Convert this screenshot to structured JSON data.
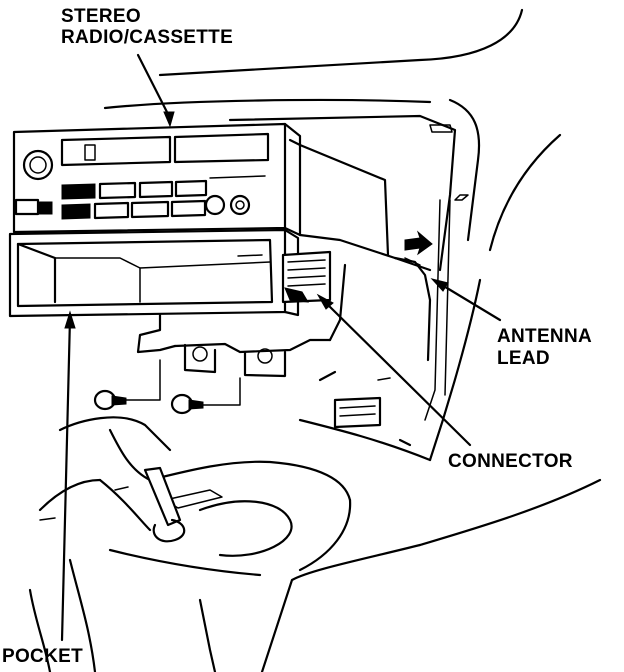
{
  "labels": {
    "stereo_line1": "STEREO",
    "stereo_line2": "RADIO/CASSETTE",
    "antenna_line1": "ANTENNA",
    "antenna_line2": "LEAD",
    "connector": "CONNECTOR",
    "pocket": "POCKET"
  },
  "colors": {
    "ink": "#000000",
    "paper": "#ffffff"
  }
}
